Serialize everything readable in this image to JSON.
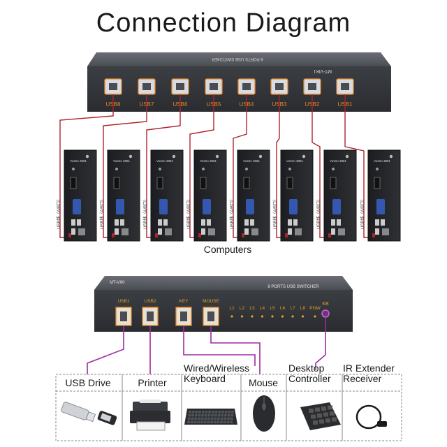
{
  "title": "Connection Diagram",
  "top_switch": {
    "top_label": "8 PORTS USB SWITCHER",
    "brand": "MT-VIKI",
    "ports": [
      "USB8",
      "USB7",
      "USB6",
      "USB5",
      "USB4",
      "USB3",
      "USB2",
      "USB1"
    ]
  },
  "computers": {
    "model": "Vostro 3881",
    "cable_label": "USB线（A/B口）",
    "caption": "Computers",
    "count": 8
  },
  "bottom_switch": {
    "brand": "MT-VIKI",
    "top_label": "8 PORTS USB SWITCHER",
    "ports": [
      "USB1",
      "USB2",
      "KEY",
      "MOUSE"
    ],
    "leds": [
      "L1",
      "L2",
      "L3",
      "L4",
      "L5",
      "L6",
      "L7",
      "L8",
      "POW"
    ],
    "kb_label": "KB"
  },
  "devices": {
    "usb_drive": "USB Drive",
    "printer": "Printer",
    "keyboard_line1": "Wired/Wireless",
    "keyboard_line2": "Keyboard",
    "mouse": "Mouse",
    "desktop_line1": "Desktop",
    "desktop_line2": "Controller",
    "ir_line1": "IR Extender",
    "ir_line2": "Receiver"
  },
  "colors": {
    "cable_red": "#b0222a",
    "cable_purple": "#a02aa0",
    "port_orange": "#e8872a",
    "device_grey": "#3a3d42"
  }
}
